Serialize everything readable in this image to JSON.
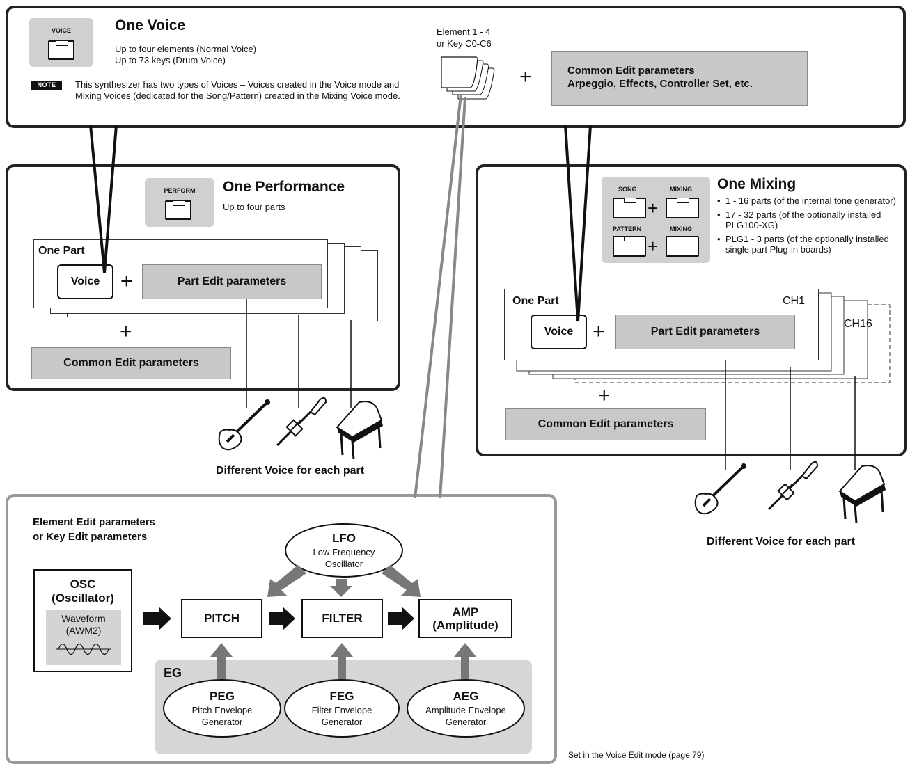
{
  "one_voice": {
    "button_label": "VOICE",
    "title": "One Voice",
    "line1": "Up to four elements (Normal Voice)",
    "line2": "Up to 73 keys (Drum Voice)",
    "note_badge": "NOTE",
    "note_text": "This synthesizer has two types of Voices – Voices created in the Voice mode and Mixing Voices (dedicated for the Song/Pattern) created in the Mixing Voice mode.",
    "element_line1": "Element 1 - 4",
    "element_line2": "or Key C0-C6",
    "common_line1": "Common Edit parameters",
    "common_line2": "Arpeggio, Effects, Controller Set, etc."
  },
  "one_performance": {
    "button_label": "PERFORM",
    "title": "One Performance",
    "subtitle": "Up to four parts",
    "part_title": "One Part",
    "voice_label": "Voice",
    "part_edit": "Part Edit parameters",
    "common_edit": "Common Edit parameters",
    "caption": "Different Voice for each part"
  },
  "one_mixing": {
    "song_label": "SONG",
    "mixing_label": "MIXING",
    "pattern_label": "PATTERN",
    "title": "One Mixing",
    "bullets": [
      "1 - 16 parts (of the internal tone generator)",
      "17 - 32 parts (of the optionally installed PLG100-XG)",
      "PLG1 - 3 parts (of the optionally installed single part Plug-in boards)"
    ],
    "part_title": "One Part",
    "ch1": "CH1",
    "ch16": "CH16",
    "voice_label": "Voice",
    "part_edit": "Part Edit parameters",
    "common_edit": "Common Edit parameters",
    "caption": "Different Voice for each part"
  },
  "element_edit": {
    "heading_line1": "Element Edit parameters",
    "heading_line2": "or Key Edit parameters",
    "osc_title": "OSC",
    "osc_sub": "(Oscillator)",
    "waveform": "Waveform",
    "awm2": "(AWM2)",
    "lfo_title": "LFO",
    "lfo_line1": "Low Frequency",
    "lfo_line2": "Oscillator",
    "pitch": "PITCH",
    "filter": "FILTER",
    "amp_title": "AMP",
    "amp_sub": "(Amplitude)",
    "eg": "EG",
    "peg_title": "PEG",
    "peg_line1": "Pitch Envelope",
    "peg_line2": "Generator",
    "feg_title": "FEG",
    "feg_line1": "Filter Envelope",
    "feg_line2": "Generator",
    "aeg_title": "AEG",
    "aeg_line1": "Amplitude Envelope",
    "aeg_line2": "Generator"
  },
  "footer": "Set in the Voice Edit mode (page 79)",
  "icons": [
    "electric-guitar-icon",
    "trumpet-icon",
    "grand-piano-icon"
  ]
}
